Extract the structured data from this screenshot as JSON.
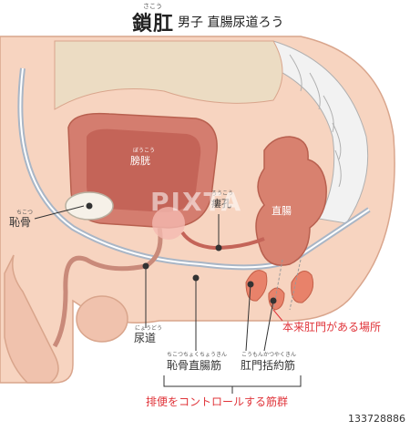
{
  "title": {
    "main": "鎖肛",
    "main_ruby": "さこう",
    "sub": "男子 直腸尿道ろう"
  },
  "labels": {
    "bladder": "膀胱",
    "bladder_ruby": "ぼうこう",
    "fistula": "瘻孔",
    "fistula_ruby": "ろうこう",
    "rectum": "直腸",
    "pubic_bone": "恥骨",
    "pubic_bone_ruby": "ちこつ",
    "urethra": "尿道",
    "urethra_ruby": "にょうどう",
    "puborectalis": "恥骨直腸筋",
    "puborectalis_ruby": "ちこつちょくちょうきん",
    "anal_sphincter": "肛門括約筋",
    "anal_sphincter_ruby": "こうもんかつやくきん",
    "normal_anus": "本来肛門がある場所",
    "footer_caption": "排便をコントロールする筋群"
  },
  "watermark": "PIXTA",
  "image_id": "133728886",
  "colors": {
    "skin": "#f7d4c0",
    "skin_outline": "#d9a58c",
    "bladder": "#d47d6f",
    "bladder_inner": "#c46458",
    "rectum": "#d8816f",
    "bone_fill": "#ecdcc3",
    "sacrum": "#f2f2f2",
    "peritoneum": "#a9b6c6",
    "accent_red": "#e0343a"
  }
}
